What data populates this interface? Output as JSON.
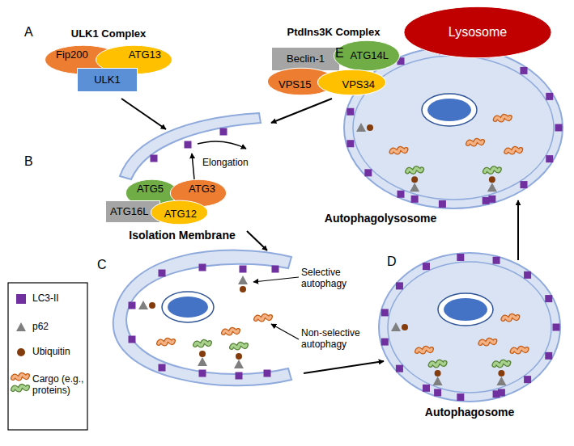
{
  "diagram": {
    "nodes": [
      {
        "text": [
          "Fip200"
        ]
      },
      {
        "text": [
          "ATG13"
        ]
      },
      {
        "text": [
          "ULK1"
        ]
      },
      {
        "text": [
          "Beclin-1"
        ]
      },
      {
        "text": [
          "ATG14L"
        ]
      },
      {
        "text": [
          "VPS15"
        ]
      },
      {
        "text": [
          "VPS34"
        ]
      },
      {
        "text": [
          "ATG5"
        ]
      },
      {
        "text": [
          "ATG3"
        ]
      },
      {
        "text": [
          "ATG16L"
        ]
      },
      {
        "text": [
          "ATG12"
        ]
      },
      {
        "text": [
          "Lysosome"
        ]
      }
    ],
    "labels": [
      "A",
      "ULK1 Complex",
      "PtdIns3K Complex",
      "B",
      "Elongation",
      "Isolation Membrane",
      "C",
      "Selective autophagy",
      "Non-selective autophagy",
      "D",
      "Autophagosome",
      "E",
      "Autophagolysosome"
    ],
    "legend": [
      {
        "text": "LC3-II",
        "color": "#7030a0"
      },
      {
        "text": "p62"
      },
      {
        "text": "Ubiquitin",
        "color": "#843c0c"
      },
      {
        "text": "Cargo (e.g., proteins)"
      }
    ]
  }
}
